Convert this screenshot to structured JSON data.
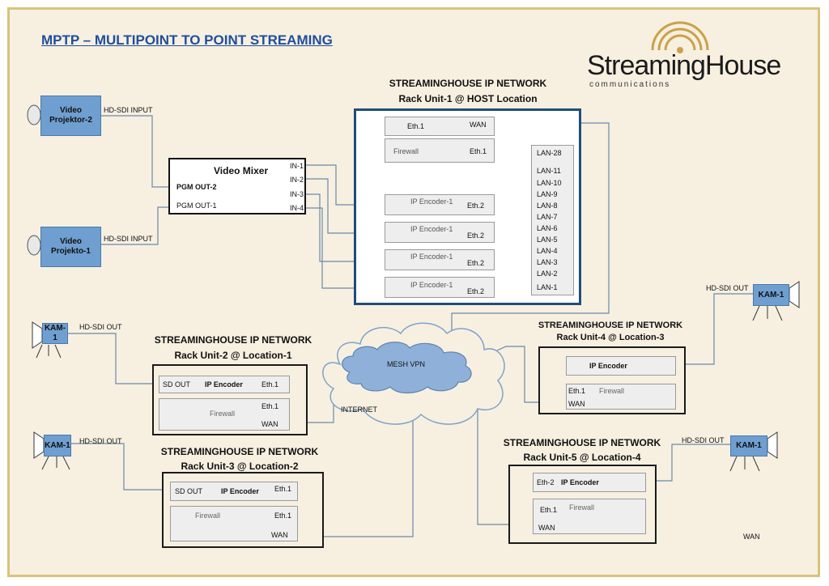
{
  "title": "MPTP – MULTIPOINT TO POINT STREAMING",
  "logo": {
    "brand": "StreamingHouse",
    "tagline": "communications"
  },
  "colors": {
    "frame": "#d9c37a",
    "background": "#f7f0e1",
    "device": "#6f9fd0",
    "wire": "#6b88a8",
    "host_border": "#1f4e79",
    "cloud": "#8fb1d9"
  },
  "projectors": [
    {
      "label": "Video\nProjektor-2",
      "input_label": "HD-SDI INPUT"
    },
    {
      "label": "Video\nProjekto-1",
      "input_label": "HD-SDI INPUT"
    }
  ],
  "mixer": {
    "title": "Video Mixer",
    "outputs": [
      "PGM OUT-2",
      "PGM OUT-1"
    ],
    "inputs": [
      "IN-1",
      "IN-2",
      "IN-3",
      "IN-4"
    ]
  },
  "host": {
    "title_line1": "STREAMINGHOUSE IP NETWORK",
    "title_line2": "Rack Unit-1 @ HOST Location",
    "router": {
      "eth": "Eth.1",
      "wan": "WAN"
    },
    "firewall": {
      "label": "Firewall",
      "eth": "Eth.1"
    },
    "encoders": [
      {
        "label": "IP Encoder-1",
        "eth": "Eth.2"
      },
      {
        "label": "IP Encoder-1",
        "eth": "Eth.2"
      },
      {
        "label": "IP Encoder-1",
        "eth": "Eth.2"
      },
      {
        "label": "IP Encoder-1",
        "eth": "Eth.2"
      }
    ],
    "lan_ports": [
      "LAN-28",
      "LAN-11",
      "LAN-10",
      "LAN-9",
      "LAN-8",
      "LAN-7",
      "LAN-6",
      "LAN-5",
      "LAN-4",
      "LAN-3",
      "LAN-2",
      "LAN-1"
    ]
  },
  "cloud": {
    "label": "MESH VPN",
    "internet": "INTERNET"
  },
  "cameras": [
    {
      "label": "KAM-1",
      "out_label": "HD-SDI OUT"
    },
    {
      "label": "KAM-1",
      "out_label": "HD-SDI OUT"
    },
    {
      "label": "KAM-1",
      "out_label": "HD-SDI OUT"
    },
    {
      "label": "KAM-1",
      "out_label": "HD-SDI OUT"
    }
  ],
  "rack2": {
    "title_line1": "STREAMINGHOUSE IP NETWORK",
    "title_line2": "Rack Unit-2 @ Location-1",
    "sd_out": "SD OUT",
    "encoder": "IP Encoder",
    "eth_enc": "Eth.1",
    "eth_fw": "Eth.1",
    "firewall": "Firewall",
    "wan": "WAN"
  },
  "rack3": {
    "title_line1": "STREAMINGHOUSE IP NETWORK",
    "title_line2": "Rack Unit-3 @ Location-2",
    "sd_out": "SD OUT",
    "encoder": "IP Encoder",
    "eth_enc": "Eth.1",
    "eth_fw": "Eth.1",
    "firewall": "Firewall",
    "wan": "WAN"
  },
  "rack4": {
    "title_line1": "STREAMINGHOUSE IP NETWORK",
    "title_line2": "Rack Unit-4 @ Location-3",
    "encoder": "IP Encoder",
    "eth_fw": "Eth.1",
    "firewall": "Firewall",
    "wan": "WAN"
  },
  "rack5": {
    "title_line1": "STREAMINGHOUSE IP NETWORK",
    "title_line2": "Rack Unit-5 @ Location-4",
    "eth_enc": "Eth-2",
    "encoder": "IP Encoder",
    "eth_fw": "Eth.1",
    "firewall": "Firewall",
    "wan": "WAN"
  },
  "stray_label": "WAN"
}
